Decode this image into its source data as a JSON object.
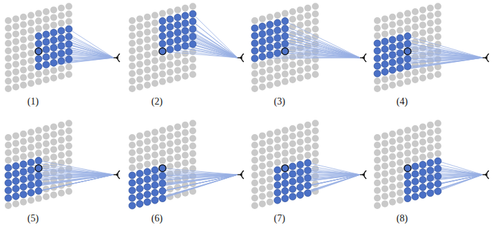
{
  "diagram": {
    "labels": [
      "(1)",
      "(2)",
      "(3)",
      "(4)",
      "(5)",
      "(6)",
      "(7)",
      "(8)"
    ]
  }
}
